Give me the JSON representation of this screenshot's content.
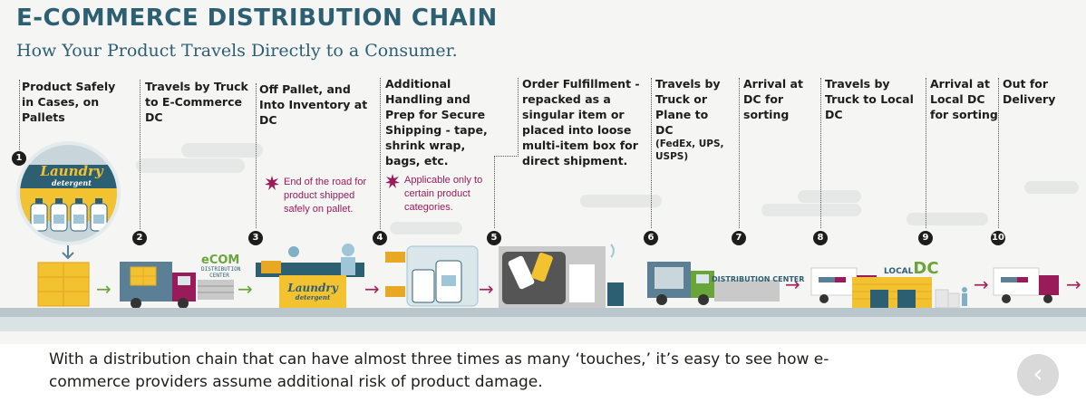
{
  "title": "E-COMMERCE DISTRIBUTION CHAIN",
  "subtitle": "How Your Product Travels Directly to a Consumer.",
  "steps": [
    {
      "num": "1",
      "label": "Product Safely in Cases, on Pallets"
    },
    {
      "num": "2",
      "label": "Travels by Truck to E-Commerce DC"
    },
    {
      "num": "3",
      "label": "Off Pallet, and Into Inventory at DC"
    },
    {
      "num": "4",
      "label": "Additional Handling and Prep for Secure Shipping - tape, shrink wrap, bags, etc."
    },
    {
      "num": "5",
      "label": "Order Fulfillment - repacked as a singular item or placed into loose multi-item box for direct shipment."
    },
    {
      "num": "6",
      "label": "Travels by Truck or Plane to DC",
      "sublabel": "(FedEx, UPS, USPS)"
    },
    {
      "num": "7",
      "label": "Arrival at DC for sorting"
    },
    {
      "num": "8",
      "label": "Travels by Truck to Local DC"
    },
    {
      "num": "9",
      "label": "Arrival at Local DC for sorting"
    },
    {
      "num": "10",
      "label": "Out for Delivery"
    }
  ],
  "notes": {
    "step3": "End of the road for product shipped safely on pallet.",
    "step4": "Applicable only to certain product categories."
  },
  "illustration_text": {
    "laundry": "Laundry",
    "detergent": "detergent",
    "ecom": "eCOM",
    "ecom_sub": "DISTRIBUTION CENTER",
    "dc_truck": "DISTRIBUTION CENTER",
    "local": "LOCAL",
    "dc": "DC"
  },
  "bottom_text": "With a distribution chain that can have almost three times as many ‘touches,’ it’s easy to see how e-commerce providers assume additional risk of product damage.",
  "nav": {
    "back_icon": "‹"
  },
  "colors": {
    "title": "#2d5f73",
    "note": "#9a1b5a",
    "green_arrow": "#6aa539",
    "magenta_arrow": "#a3265f",
    "accent_yellow": "#f2c230",
    "truck_blue": "#5b7f95",
    "truck_magenta": "#9a1b5a"
  }
}
